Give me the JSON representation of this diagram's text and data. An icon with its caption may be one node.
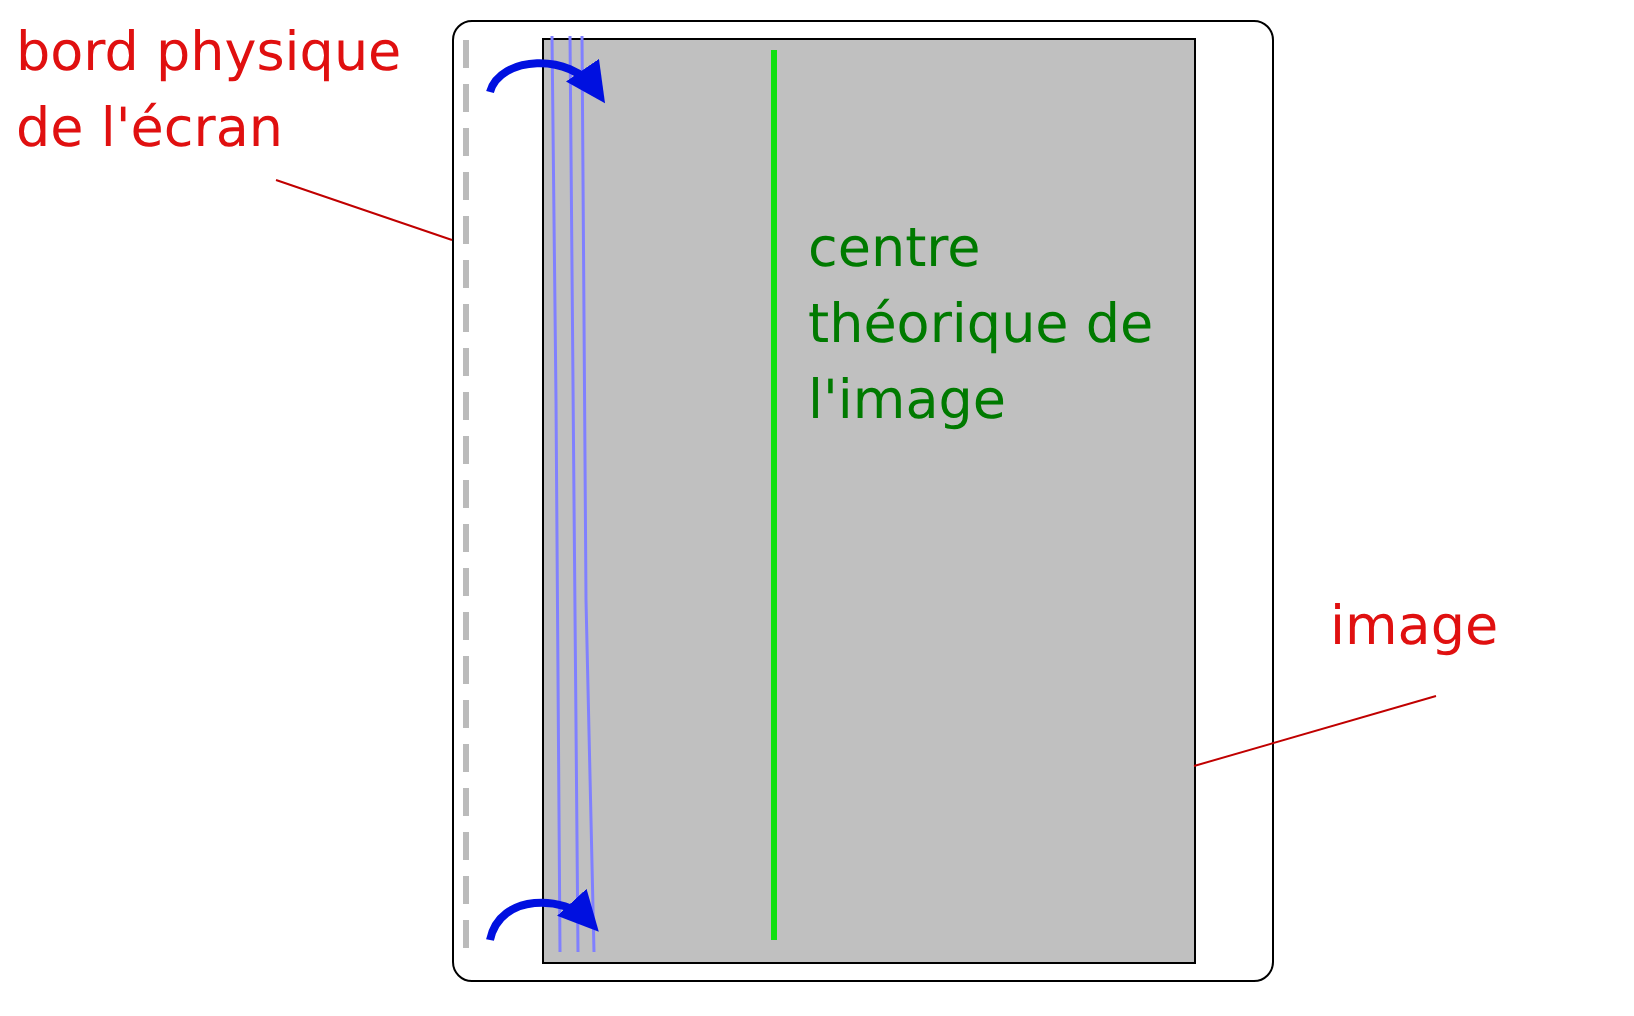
{
  "diagram": {
    "nodes": [
      {
        "text": [
          "bord physique de l'écran"
        ]
      },
      {
        "text": [],
        "shape": "box"
      },
      {
        "text": [
          "image"
        ]
      },
      {
        "text": [],
        "shape": "box",
        "in": 1
      }
    ],
    "edges": [
      {
        "from": 0,
        "to": 1,
        "arrow": "none"
      },
      {
        "from": 2,
        "to": 3,
        "arrow": "none"
      }
    ],
    "labels": [
      "centre théorique de l'image"
    ]
  }
}
